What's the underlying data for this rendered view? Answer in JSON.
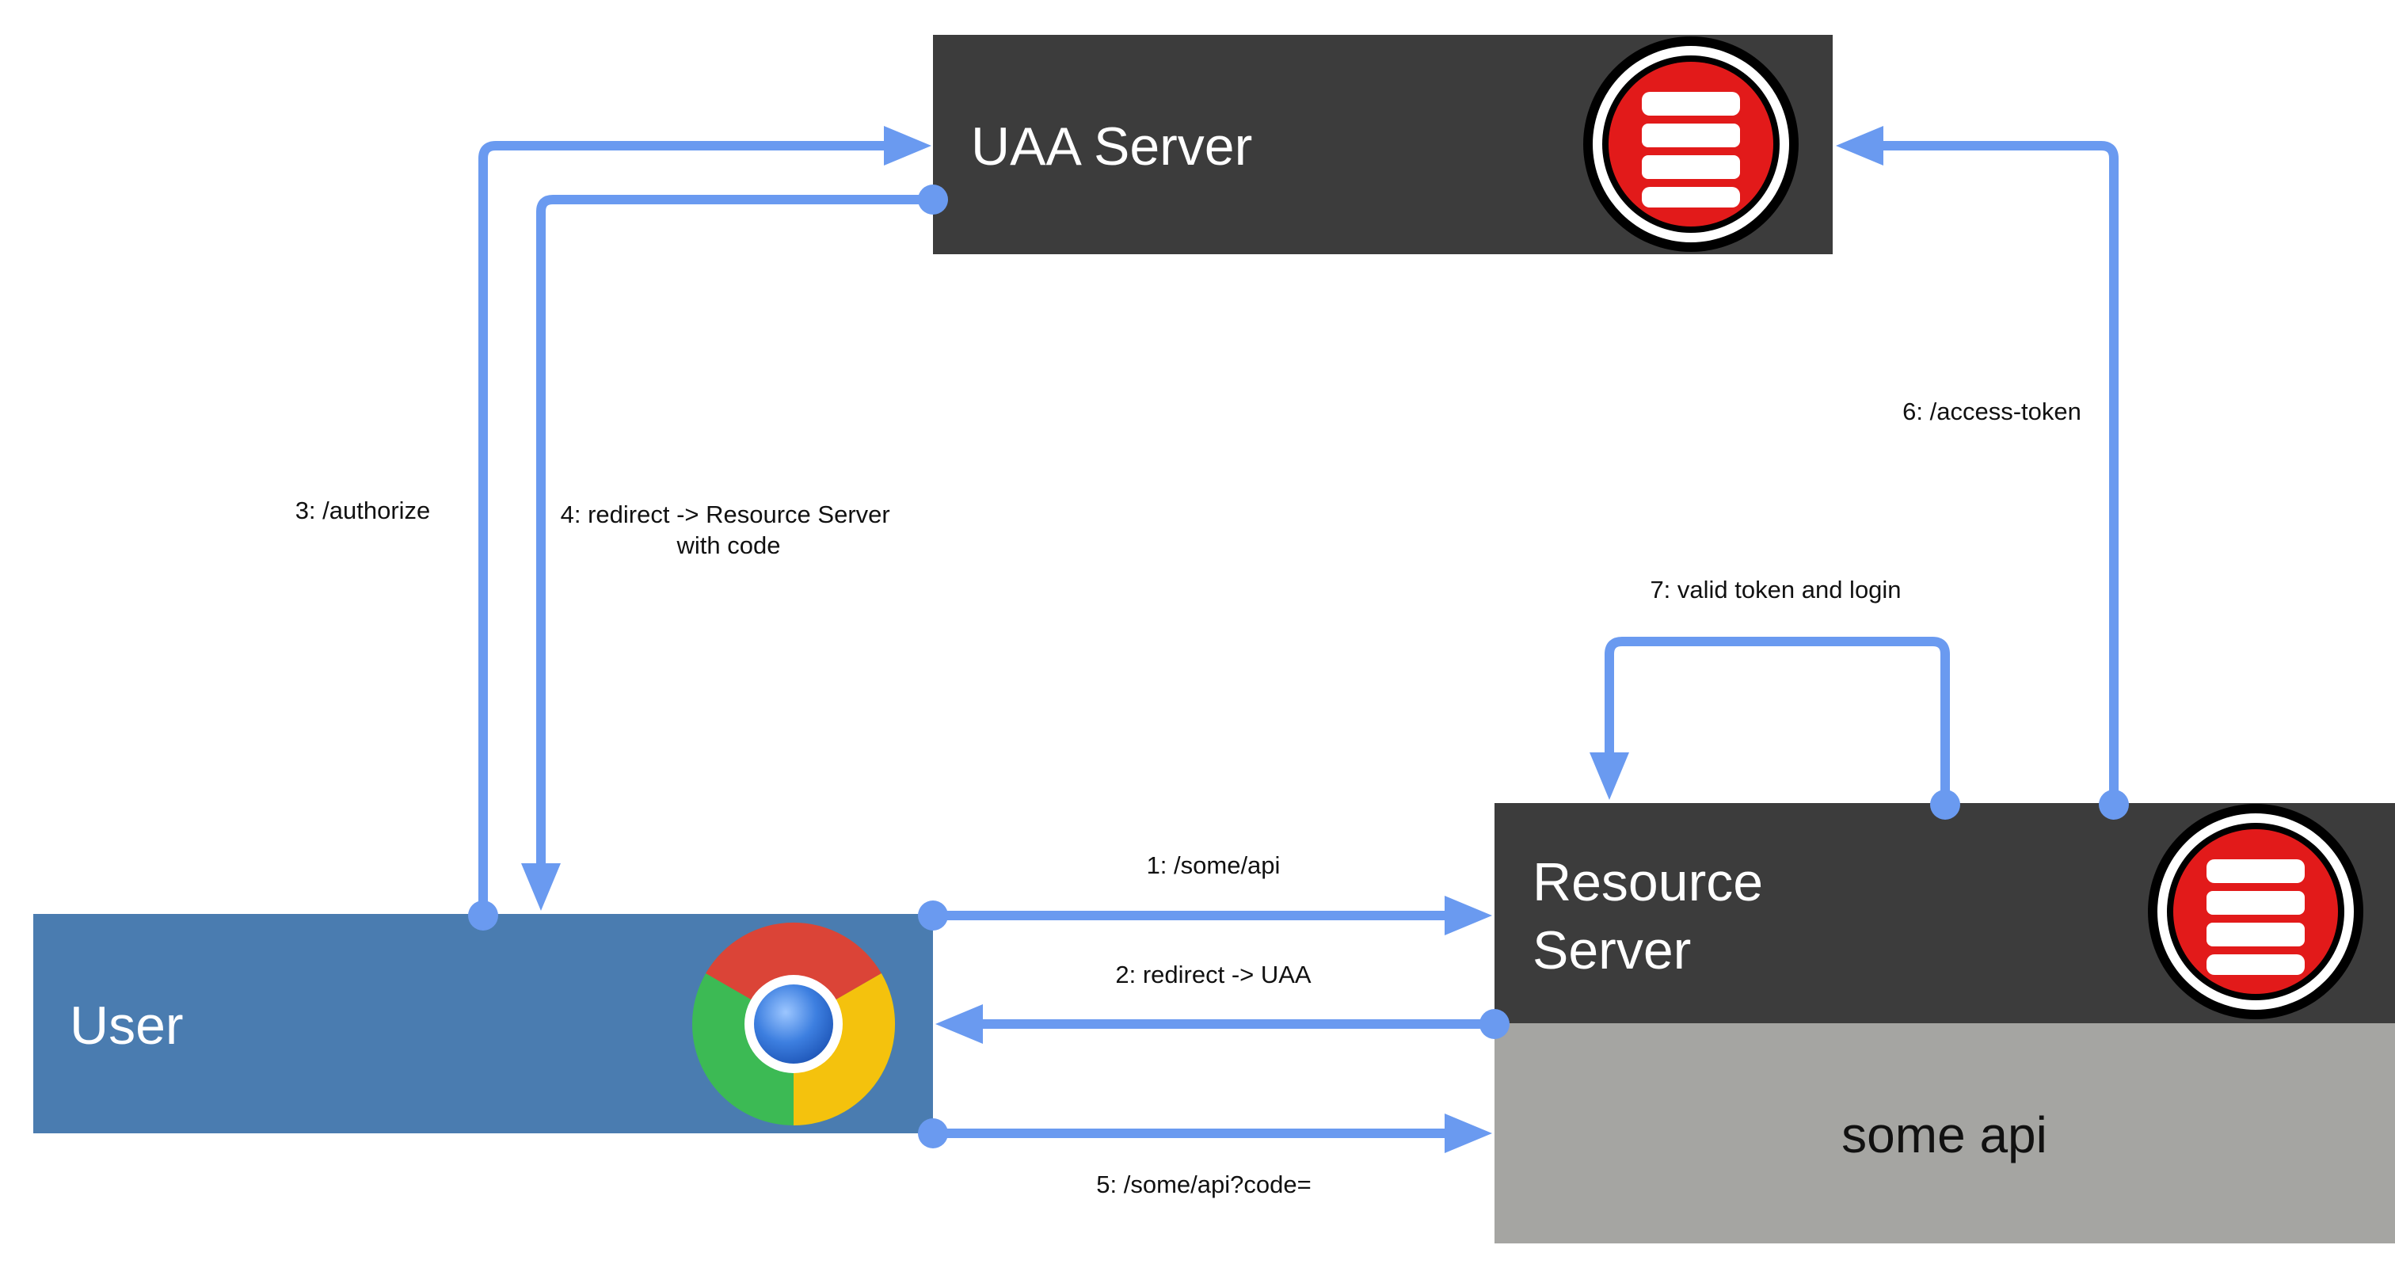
{
  "nodes": {
    "uaa": {
      "label": "UAA Server"
    },
    "resource": {
      "label_line1": "Resource",
      "label_line2": "Server"
    },
    "api": {
      "label": "some api"
    },
    "user": {
      "label": "User"
    }
  },
  "edges": {
    "e1": {
      "label": "1: /some/api"
    },
    "e2": {
      "label": "2: redirect -> UAA"
    },
    "e3": {
      "label": "3: /authorize"
    },
    "e4": {
      "label_line1": "4: redirect -> Resource Server",
      "label_line2": "with code"
    },
    "e5": {
      "label": "5: /some/api?code="
    },
    "e6": {
      "label": "6: /access-token"
    },
    "e7": {
      "label": "7: valid token and login"
    }
  },
  "icons": {
    "uaa": "database-icon",
    "resource": "database-icon",
    "user": "chrome-browser-icon"
  },
  "colors": {
    "server_box": "#3c3c3c",
    "user_box": "#4a7cb0",
    "api_box": "#a5a5a2",
    "flow": "#6a9af0",
    "database_red": "#e21a1a",
    "chrome_red": "#db4437",
    "chrome_yellow": "#f4c20d",
    "chrome_green": "#3cba54",
    "chrome_blue": "#4285f4"
  }
}
